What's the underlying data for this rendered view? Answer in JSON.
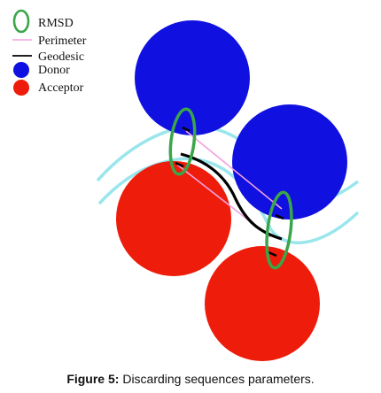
{
  "legend": {
    "rmsd": "RMSD",
    "perimeter": "Perimeter",
    "geodesic": "Geodesic",
    "donor": "Donor",
    "acceptor": "Acceptor"
  },
  "colors": {
    "donor": "#1010e0",
    "acceptor": "#ee1c0a",
    "rmsd": "#3aa64a",
    "perimeter": "#f2a0e0",
    "geodesic": "#000000",
    "surface": "#9ae6ec"
  },
  "caption": {
    "label": "Figure 5:",
    "text": " Discarding sequences parameters."
  }
}
